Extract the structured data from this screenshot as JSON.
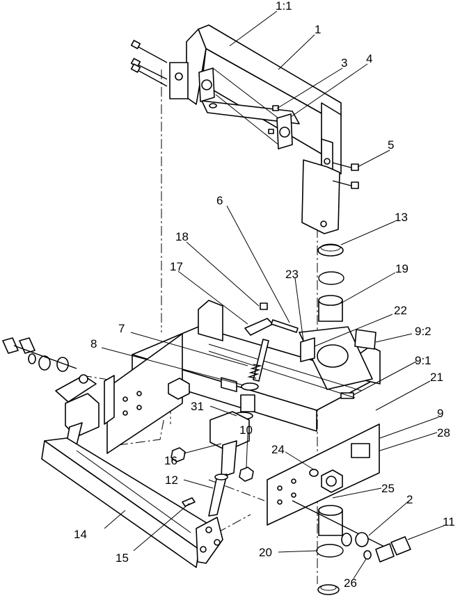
{
  "callouts": [
    {
      "id": "c1_1",
      "text": "1:1"
    },
    {
      "id": "c1",
      "text": "1"
    },
    {
      "id": "c3",
      "text": "3"
    },
    {
      "id": "c4",
      "text": "4"
    },
    {
      "id": "c5",
      "text": "5"
    },
    {
      "id": "c13",
      "text": "13"
    },
    {
      "id": "c6",
      "text": "6"
    },
    {
      "id": "c18",
      "text": "18"
    },
    {
      "id": "c17",
      "text": "17"
    },
    {
      "id": "c23",
      "text": "23"
    },
    {
      "id": "c19",
      "text": "19"
    },
    {
      "id": "c22",
      "text": "22"
    },
    {
      "id": "c9_2",
      "text": "9:2"
    },
    {
      "id": "c7",
      "text": "7"
    },
    {
      "id": "c8",
      "text": "8"
    },
    {
      "id": "c9_1",
      "text": "9:1"
    },
    {
      "id": "c21",
      "text": "21"
    },
    {
      "id": "c9",
      "text": "9"
    },
    {
      "id": "c28",
      "text": "28"
    },
    {
      "id": "c31",
      "text": "31"
    },
    {
      "id": "c10",
      "text": "10"
    },
    {
      "id": "c16",
      "text": "16"
    },
    {
      "id": "c24",
      "text": "24"
    },
    {
      "id": "c12",
      "text": "12"
    },
    {
      "id": "c25",
      "text": "25"
    },
    {
      "id": "c2",
      "text": "2"
    },
    {
      "id": "c14",
      "text": "14"
    },
    {
      "id": "c11",
      "text": "11"
    },
    {
      "id": "c20",
      "text": "20"
    },
    {
      "id": "c15",
      "text": "15"
    },
    {
      "id": "c26",
      "text": "26"
    }
  ]
}
